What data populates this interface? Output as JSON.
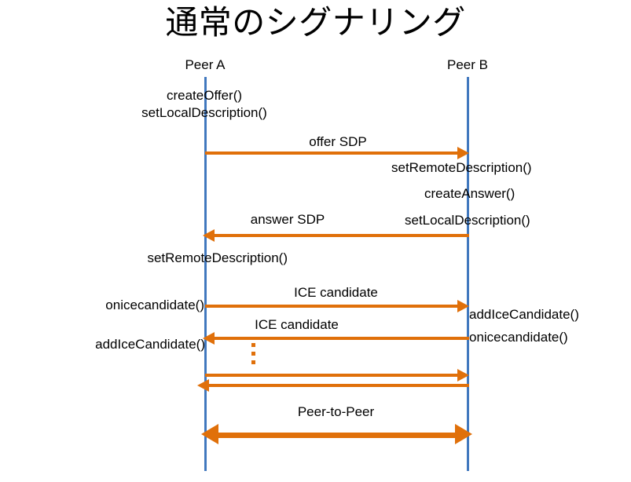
{
  "title": "通常のシグナリング",
  "colors": {
    "lifeline": "#4178be",
    "arrow": "#e0700a",
    "text": "#000000",
    "background": "#ffffff"
  },
  "participants": {
    "left": "Peer A",
    "right": "Peer B"
  },
  "notes": {
    "create_offer": "createOffer()",
    "set_local_description_a": "setLocalDescription()",
    "set_remote_description_b": "setRemoteDescription()",
    "create_answer": "createAnswer()",
    "set_local_description_b": "setLocalDescription()",
    "set_remote_description_a": "setRemoteDescription()",
    "onicecandidate_a": "onicecandidate()",
    "add_ice_candidate_b": "addIceCandidate()",
    "onicecandidate_b": "onicecandidate()",
    "add_ice_candidate_a": "addIceCandidate()"
  },
  "messages": {
    "offer_sdp": "offer SDP",
    "answer_sdp": "answer SDP",
    "ice_candidate_1": "ICE candidate",
    "ice_candidate_2": "ICE candidate",
    "peer_to_peer": "Peer-to-Peer"
  },
  "sequence": [
    {
      "label": "offer SDP",
      "direction": "right"
    },
    {
      "label": "answer SDP",
      "direction": "left"
    },
    {
      "label": "ICE candidate",
      "direction": "right"
    },
    {
      "label": "ICE candidate",
      "direction": "left"
    },
    {
      "label": "",
      "direction": "right"
    },
    {
      "label": "",
      "direction": "left"
    },
    {
      "label": "Peer-to-Peer",
      "direction": "both"
    }
  ]
}
